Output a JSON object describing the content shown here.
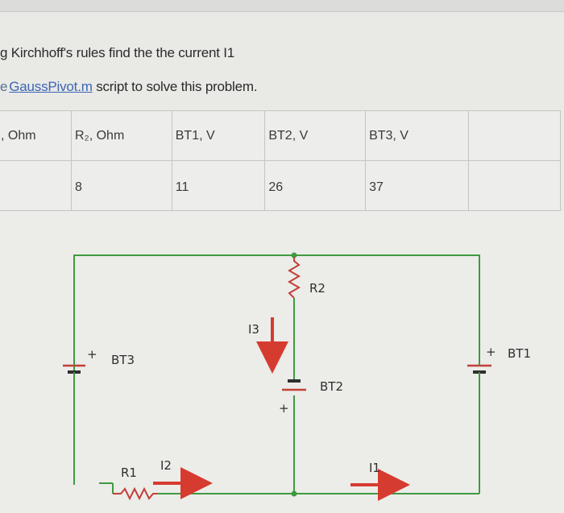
{
  "page": {
    "line1": "g Kirchhoff's rules find the the current I1",
    "line2_lead": "e",
    "line2_link": "GaussPivot.m",
    "line2_rest": " script to solve this problem."
  },
  "table": {
    "headers": [
      ", Ohm",
      "R₂, Ohm",
      "BT1, V",
      "BT2, V",
      "BT3, V",
      ""
    ],
    "row": [
      "",
      "8",
      "11",
      "26",
      "37",
      ""
    ]
  },
  "circuit": {
    "labels": {
      "r2": "R2",
      "r1": "R1",
      "bt1": "BT1",
      "bt2": "BT2",
      "bt3": "BT3",
      "i1": "I1",
      "i2": "I2",
      "i3": "I3",
      "plus_bt1": "+",
      "plus_bt2": "+",
      "plus_bt3": "+"
    },
    "colors": {
      "wire": "#3f9a3f",
      "component": "#c2403a",
      "arrow": "#d63b2f"
    }
  }
}
